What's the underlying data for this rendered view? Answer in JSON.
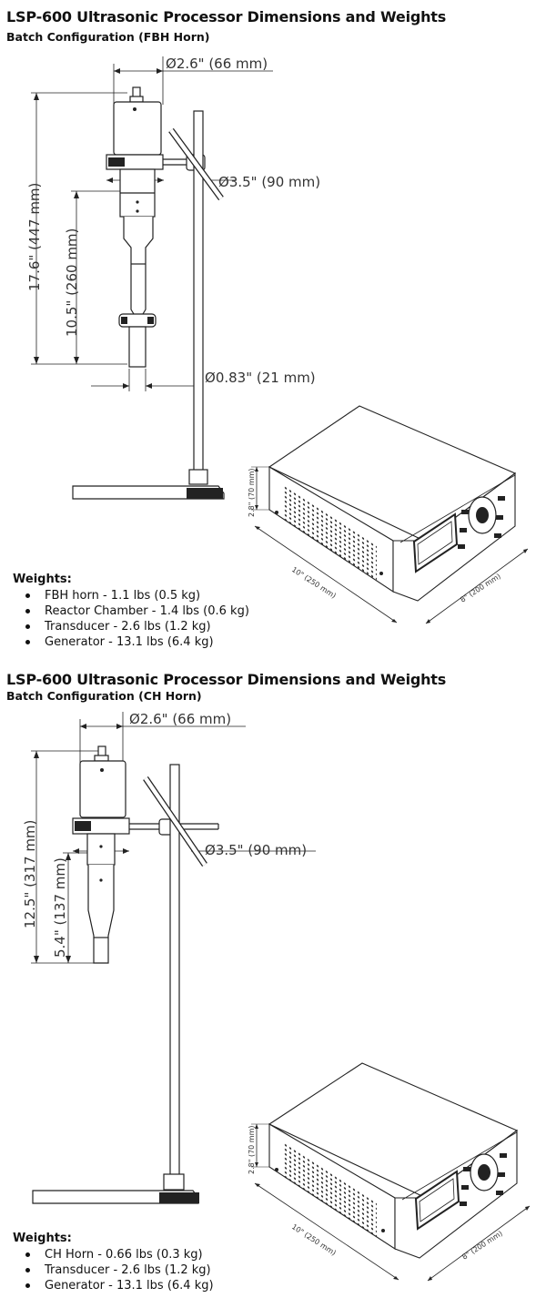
{
  "sections": [
    {
      "title": "LSP-600 Ultrasonic Processor Dimensions and Weights",
      "subtitle": "Batch Configuration (FBH Horn)",
      "dims": {
        "width_top": "2.6\" (66 mm)",
        "clamp_diameter": "3.5\" (90 mm)",
        "total_height": "17.6\" (447 mm)",
        "horn_height": "10.5\" (260 mm)",
        "tip_diameter": "0.83\" (21 mm)"
      },
      "generator_dims": {
        "height": "2.8\" (70 mm)",
        "depth": "10\" (250 mm)",
        "width": "8\" (200 mm)"
      },
      "weights_heading": "Weights:",
      "weights": [
        "FBH horn - 1.1 lbs (0.5 kg)",
        "Reactor Chamber - 1.4 lbs (0.6 kg)",
        "Transducer - 2.6 lbs (1.2 kg)",
        "Generator - 13.1 lbs (6.4 kg)"
      ]
    },
    {
      "title": "LSP-600 Ultrasonic Processor Dimensions and Weights",
      "subtitle": "Batch Configuration (CH Horn)",
      "dims": {
        "width_top": "2.6\" (66 mm)",
        "clamp_diameter": "3.5\" (90 mm)",
        "total_height": "12.5\" (317 mm)",
        "horn_height": "5.4\" (137 mm)"
      },
      "generator_dims": {
        "height": "2.8\" (70 mm)",
        "depth": "10\" (250 mm)",
        "width": "8\" (200 mm)"
      },
      "weights_heading": "Weights:",
      "weights": [
        "CH Horn - 0.66 lbs (0.3 kg)",
        "Transducer - 2.6 lbs (1.2 kg)",
        "Generator - 13.1 lbs (6.4 kg)"
      ]
    }
  ],
  "symbols": {
    "diameter": "Ø"
  }
}
